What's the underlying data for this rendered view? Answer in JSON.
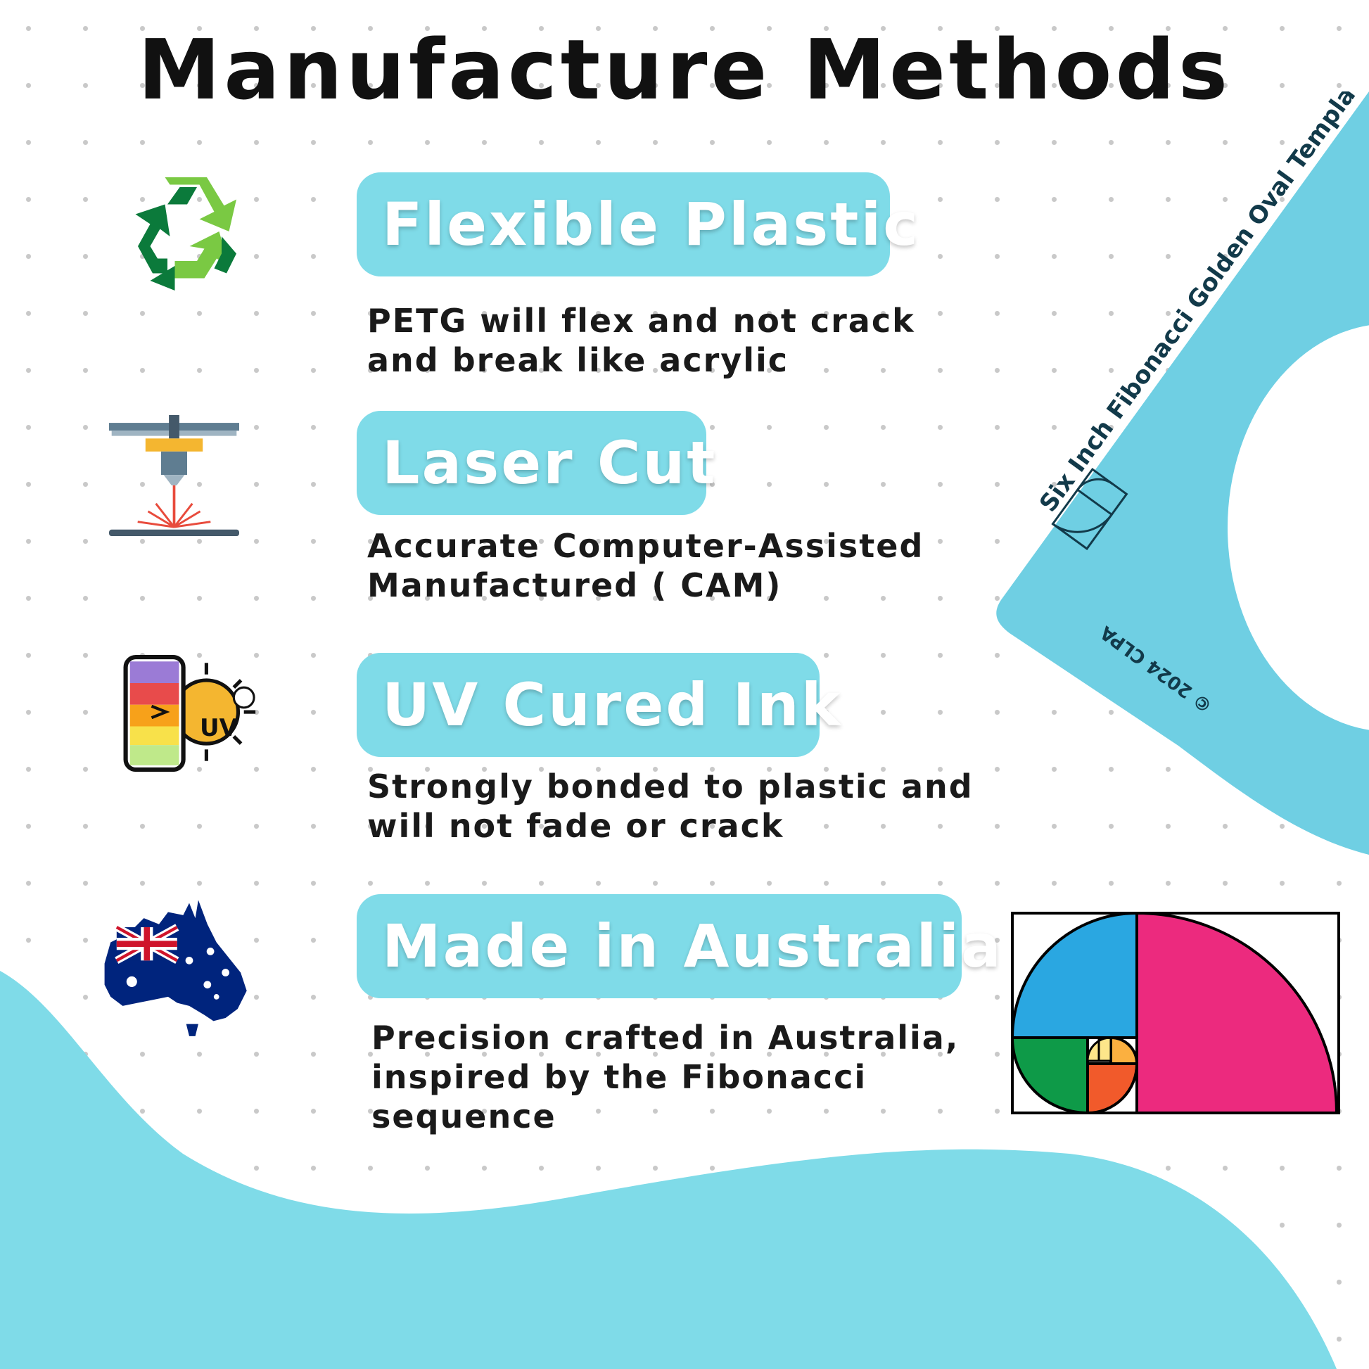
{
  "title": "Manufacture Methods",
  "colors": {
    "accent": "#7FDBE8",
    "template": "#6FCFE3",
    "text": "#1a1a1a",
    "pink": "#EC2A7E",
    "blue": "#2AA7E1",
    "green": "#0E9A48",
    "orange": "#F15A2B",
    "yellow": "#FBB040"
  },
  "features": [
    {
      "label": "Flexible Plastic",
      "description": "PETG will flex and not crack\nand break like acrylic",
      "icon": "recycle-icon"
    },
    {
      "label": "Laser Cut",
      "description": "Accurate Computer-Assisted\nManufactured ( CAM)",
      "icon": "laser-cutter-icon"
    },
    {
      "label": "UV Cured Ink",
      "description": "Strongly bonded to plastic and\nwill not fade or crack",
      "icon": "uv-ink-icon",
      "icon_text": "UV"
    },
    {
      "label": "Made in Australia",
      "description": "Precision crafted in Australia,\ninspired by the Fibonacci\nsequence",
      "icon": "australia-flag-map-icon"
    }
  ],
  "template": {
    "edge_text": "Six Inch Fibonacci Golden Oval Template",
    "copyright": "© 2024 CLPA"
  }
}
